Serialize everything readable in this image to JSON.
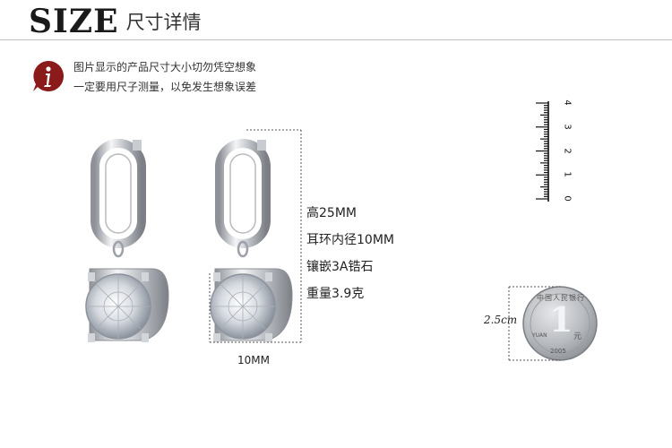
{
  "header": {
    "title_en": "SIZE",
    "title_cn": "尺寸详情"
  },
  "notice": {
    "line1": "图片显示的产品尺寸大小切勿凭空想象",
    "line2": "一定要用尺子测量，以免发生想象误差"
  },
  "dimensions": {
    "width_label": "10MM"
  },
  "specs": [
    "高25MM",
    "耳环内径10MM",
    "镶嵌3A锆石",
    "重量3.9克"
  ],
  "ruler": {
    "numbers": [
      "0",
      "1",
      "2",
      "3",
      "4"
    ]
  },
  "coin": {
    "size_label": "2.5cm",
    "face_value": "1",
    "unit": "元",
    "year": "2005",
    "inscription": "中国人民银行",
    "pinyin": "YUAN"
  },
  "colors": {
    "icon_red": "#8b1a1a",
    "metal": "#c9ccd1",
    "coin_silver": "#b9bcc0"
  }
}
